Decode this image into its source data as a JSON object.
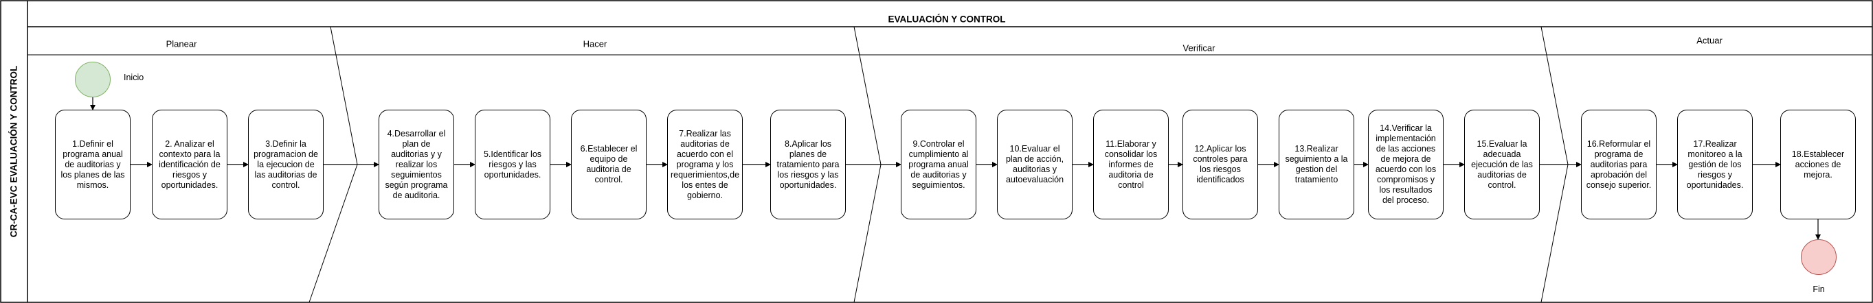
{
  "pool": {
    "side_label": "CR-CA-EVC  EVALUACIÓN Y CONTROL",
    "title": "EVALUACIÓN Y CONTROL"
  },
  "phases": [
    {
      "id": "planear",
      "label": "Planear"
    },
    {
      "id": "hacer",
      "label": "Hacer"
    },
    {
      "id": "verificar",
      "label": "Verificar"
    },
    {
      "id": "actuar",
      "label": "Actuar"
    }
  ],
  "start": {
    "label": "Inicio",
    "color": "#d5e8d4",
    "border": "#82b366"
  },
  "end": {
    "label": "Fin",
    "color": "#f8cecc",
    "border": "#b85450"
  },
  "steps": [
    {
      "id": "s1",
      "text": "1.Definir el programa anual de auditorias y los planes de las mismos."
    },
    {
      "id": "s2",
      "text": "2. Analizar el contexto para la identificación de riesgos y oportunidades."
    },
    {
      "id": "s3",
      "text": "3.Definir la programacion de la ejecucion de las auditorias de control."
    },
    {
      "id": "s4",
      "text": "4.Desarrollar el plan de auditorias y y realizar los seguimientos según programa de auditoria."
    },
    {
      "id": "s5",
      "text": "5.Identificar los riesgos y las oportunidades."
    },
    {
      "id": "s6",
      "text": "6.Establecer el equipo de auditoria de control."
    },
    {
      "id": "s7",
      "text": "7.Realizar las auditorias  de acuerdo con el programa y los requerimientos,de los entes de gobierno."
    },
    {
      "id": "s8",
      "text": "8.Aplicar los planes de tratamiento para los riesgos y las oportunidades."
    },
    {
      "id": "s9",
      "text": "9.Controlar el cumplimiento al programa anual de auditorias y seguimientos."
    },
    {
      "id": "s10",
      "text": "10.Evaluar el plan de acción, auditorias y autoevaluación"
    },
    {
      "id": "s11",
      "text": "11.Elaborar y consolidar los informes de auditoria de control"
    },
    {
      "id": "s12",
      "text": "12.Aplicar los controles para los riesgos identificados"
    },
    {
      "id": "s13",
      "text": "13.Realizar seguimiento a la gestion del tratamiento"
    },
    {
      "id": "s14",
      "text": "14.Verificar la implementación de las acciones de mejora de acuerdo con los compromisos y los resultados del proceso."
    },
    {
      "id": "s15",
      "text": "15.Evaluar la adecuada ejecución de las auditorias de control."
    },
    {
      "id": "s16",
      "text": "16.Reformular el programa de auditorias para aprobación del consejo superior."
    },
    {
      "id": "s17",
      "text": "17.Realizar monitoreo a la gestión de los riesgos y oportunidades."
    },
    {
      "id": "s18",
      "text": "18.Establecer acciones de mejora."
    }
  ]
}
